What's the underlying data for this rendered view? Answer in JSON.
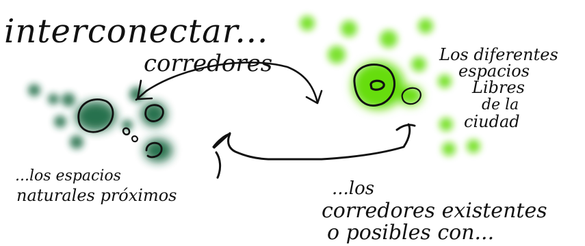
{
  "colors": {
    "ink": "#111111",
    "dark_green": "#1e6b45",
    "bright_green": "#66dd11",
    "paper": "#ffffff"
  },
  "labels": {
    "title": "interconectar...",
    "corridors": "corredores",
    "right_note": [
      "Los diferentes",
      "espacios",
      "Libres",
      "de la",
      "ciudad"
    ],
    "left_note": [
      "...los espacios",
      "naturales próximos"
    ],
    "bottom_note": [
      "...los",
      "corredores existentes",
      "o posibles con..."
    ]
  }
}
